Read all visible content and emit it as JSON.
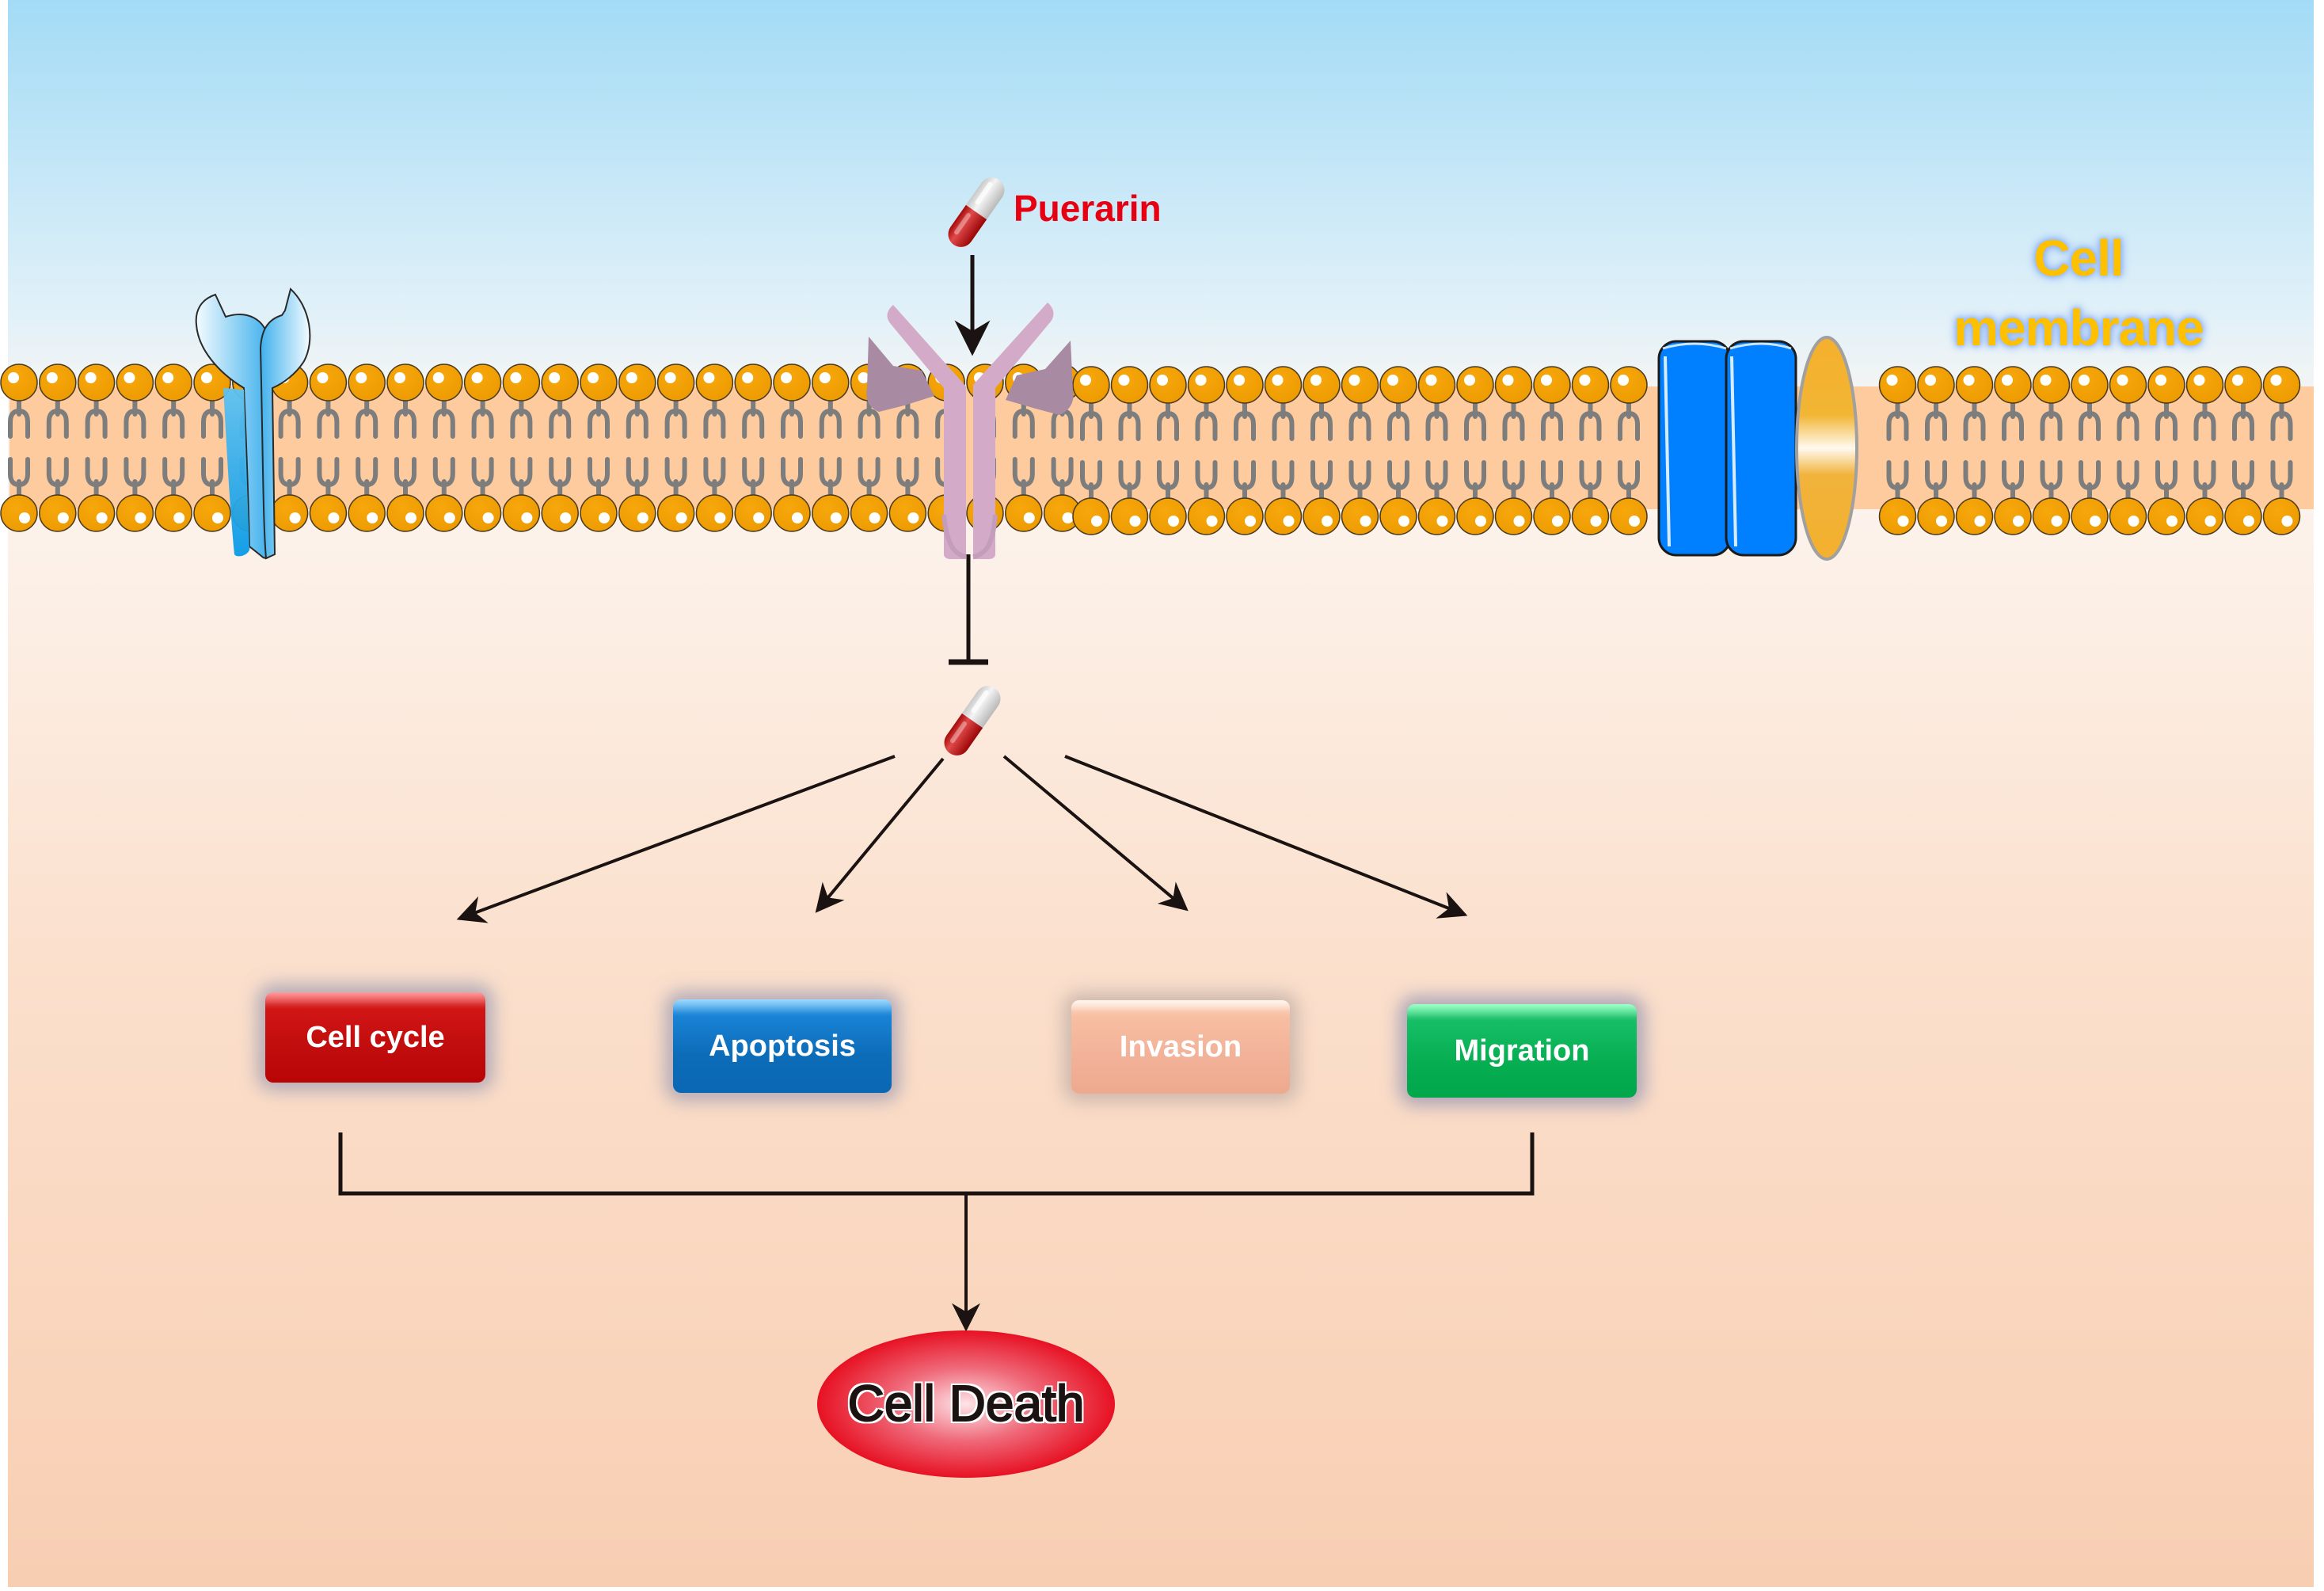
{
  "figure": {
    "drug": {
      "name": "Puerarin",
      "label_color": "#e60012"
    },
    "membrane_label": {
      "line1": "Cell",
      "line2": "membrane",
      "color": "#ffc000"
    },
    "pathway": {
      "relation_drug_to_receptor": "activates",
      "relation_receptor_to_drug_target": "inhibits",
      "outcomes": [
        {
          "id": "cell-cycle",
          "label": "Cell cycle",
          "color": "#c10d0d"
        },
        {
          "id": "apoptosis",
          "label": "Apoptosis",
          "color": "#0c6cb8"
        },
        {
          "id": "invasion",
          "label": "Invasion",
          "color": "#f2b39a"
        },
        {
          "id": "migration",
          "label": "Migration",
          "color": "#07ae52"
        }
      ],
      "result": {
        "label": "Cell Death",
        "color": "#e60012"
      }
    },
    "components": [
      {
        "name": "receptor-tyrosine-kinase-like-protein",
        "color": "#4db4ef"
      },
      {
        "name": "y-shaped-receptor",
        "color": "#d3abc9"
      },
      {
        "name": "ion-channel",
        "color": "#0080ff"
      },
      {
        "name": "membrane-protein",
        "color": "#f4b02d"
      }
    ],
    "colors": {
      "extracellular_top": "#a3dbf6",
      "intracellular_bottom": "#f8cfb4",
      "lipid_head": "#f09e00",
      "lipid_tail": "#7d7d7d",
      "membrane_core": "#fdcb9d"
    }
  }
}
